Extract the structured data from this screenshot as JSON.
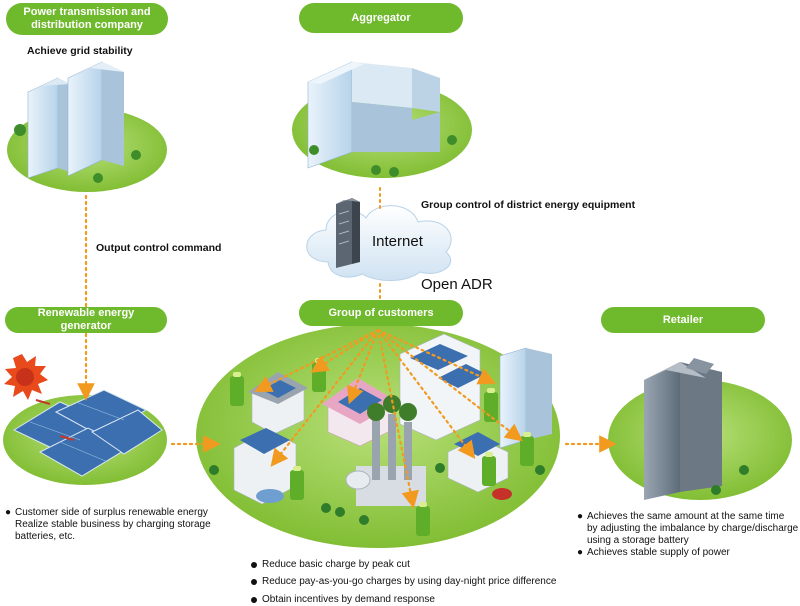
{
  "labels": {
    "power_company": "Power transmission and distribution company",
    "aggregator": "Aggregator",
    "renewable": "Renewable energy generator",
    "customers": "Group of customers",
    "retailer": "Retailer"
  },
  "captions": {
    "grid_stability": "Achieve grid stability",
    "output_command": "Output control command",
    "group_control": "Group control of district energy equipment",
    "internet": "Internet",
    "open_adr": "Open ADR"
  },
  "renewable_notes": [
    "Customer side of surplus renewable energy",
    "Realize stable business by charging storage",
    "batteries, etc."
  ],
  "retailer_notes": [
    {
      "bullet": true,
      "text": "Achieves the same amount at the same time"
    },
    {
      "bullet": false,
      "text": "by adjusting the imbalance by charge/discharge"
    },
    {
      "bullet": false,
      "text": "using a storage battery"
    },
    {
      "bullet": true,
      "text": "Achieves stable supply of power"
    }
  ],
  "customer_benefits": [
    "Reduce basic charge by peak cut",
    "Reduce pay-as-you-go charges by using day-night price difference",
    "Obtain incentives by demand response"
  ],
  "colors": {
    "accent_green": "#6fb92c",
    "flow_arrow": "#f29a1f",
    "ground_green": "#8cc83c",
    "building_blue": "#cfe3f2"
  }
}
